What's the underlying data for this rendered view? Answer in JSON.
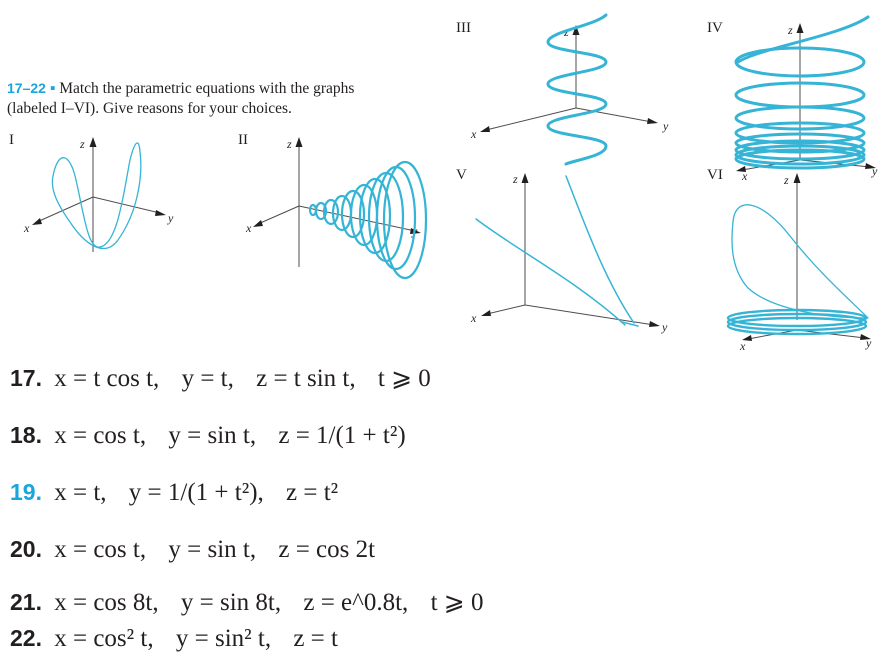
{
  "instructions": {
    "range": "17–22",
    "bullet": "▪",
    "text_line1": "Match the parametric equations with the graphs",
    "text_line2": "(labeled I–VI). Give reasons for your choices."
  },
  "graphs": [
    {
      "label": "I",
      "axes": {
        "x": "x",
        "y": "y",
        "z": "z"
      }
    },
    {
      "label": "II",
      "axes": {
        "x": "x",
        "y": "y",
        "z": "z"
      }
    },
    {
      "label": "III",
      "axes": {
        "x": "x",
        "y": "y",
        "z": "z"
      }
    },
    {
      "label": "IV",
      "axes": {
        "x": "x",
        "y": "y",
        "z": "z"
      }
    },
    {
      "label": "V",
      "axes": {
        "x": "x",
        "y": "y",
        "z": "z"
      }
    },
    {
      "label": "VI",
      "axes": {
        "x": "x",
        "y": "y",
        "z": "z"
      }
    }
  ],
  "equations": [
    {
      "number": "17.",
      "parts": [
        "x = t cos t,",
        "y = t,",
        "z = t sin t,",
        "t ⩾ 0"
      ],
      "highlight": false
    },
    {
      "number": "18.",
      "parts": [
        "x = cos t,",
        "y = sin t,",
        "z = 1/(1 + t²)"
      ],
      "highlight": false
    },
    {
      "number": "19.",
      "parts": [
        "x = t,",
        "y = 1/(1 + t²),",
        "z = t²"
      ],
      "highlight": true
    },
    {
      "number": "20.",
      "parts": [
        "x = cos t,",
        "y = sin t,",
        "z = cos 2t"
      ],
      "highlight": false
    },
    {
      "number": "21.",
      "parts": [
        "x = cos 8t,",
        "y = sin 8t,",
        "z = e^0.8t,",
        "t ⩾ 0"
      ],
      "highlight": false
    },
    {
      "number": "22.",
      "parts": [
        "x = cos² t,",
        "y = sin² t,",
        "z = t"
      ],
      "highlight": false
    }
  ],
  "colors": {
    "accent": "#1aa5dd",
    "curve": "#35b4d6",
    "text": "#231f20"
  }
}
